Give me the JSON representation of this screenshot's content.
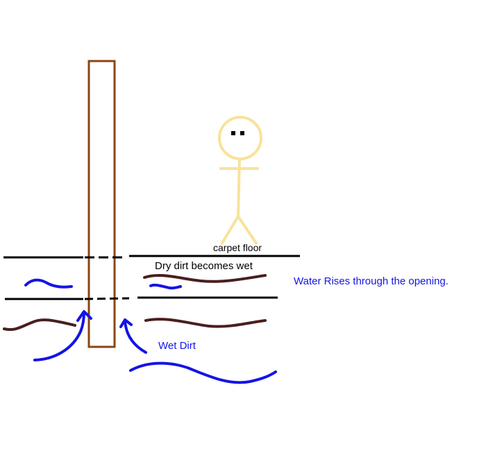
{
  "diagram": {
    "labels": {
      "carpet_floor": "carpet floor",
      "dry_dirt": "Dry dirt becomes wet",
      "water_rises": "Water Rises through the opening.",
      "wet_dirt": "Wet Dirt"
    },
    "colors": {
      "background": "#ffffff",
      "post": "#8B4513",
      "ground_lines": "#000000",
      "dirt_squiggle": "#4A1E1E",
      "water": "#1414E6",
      "stick_figure": "#F7E39A",
      "label_text": "#000000",
      "annotation_text": "#1414E6"
    }
  }
}
